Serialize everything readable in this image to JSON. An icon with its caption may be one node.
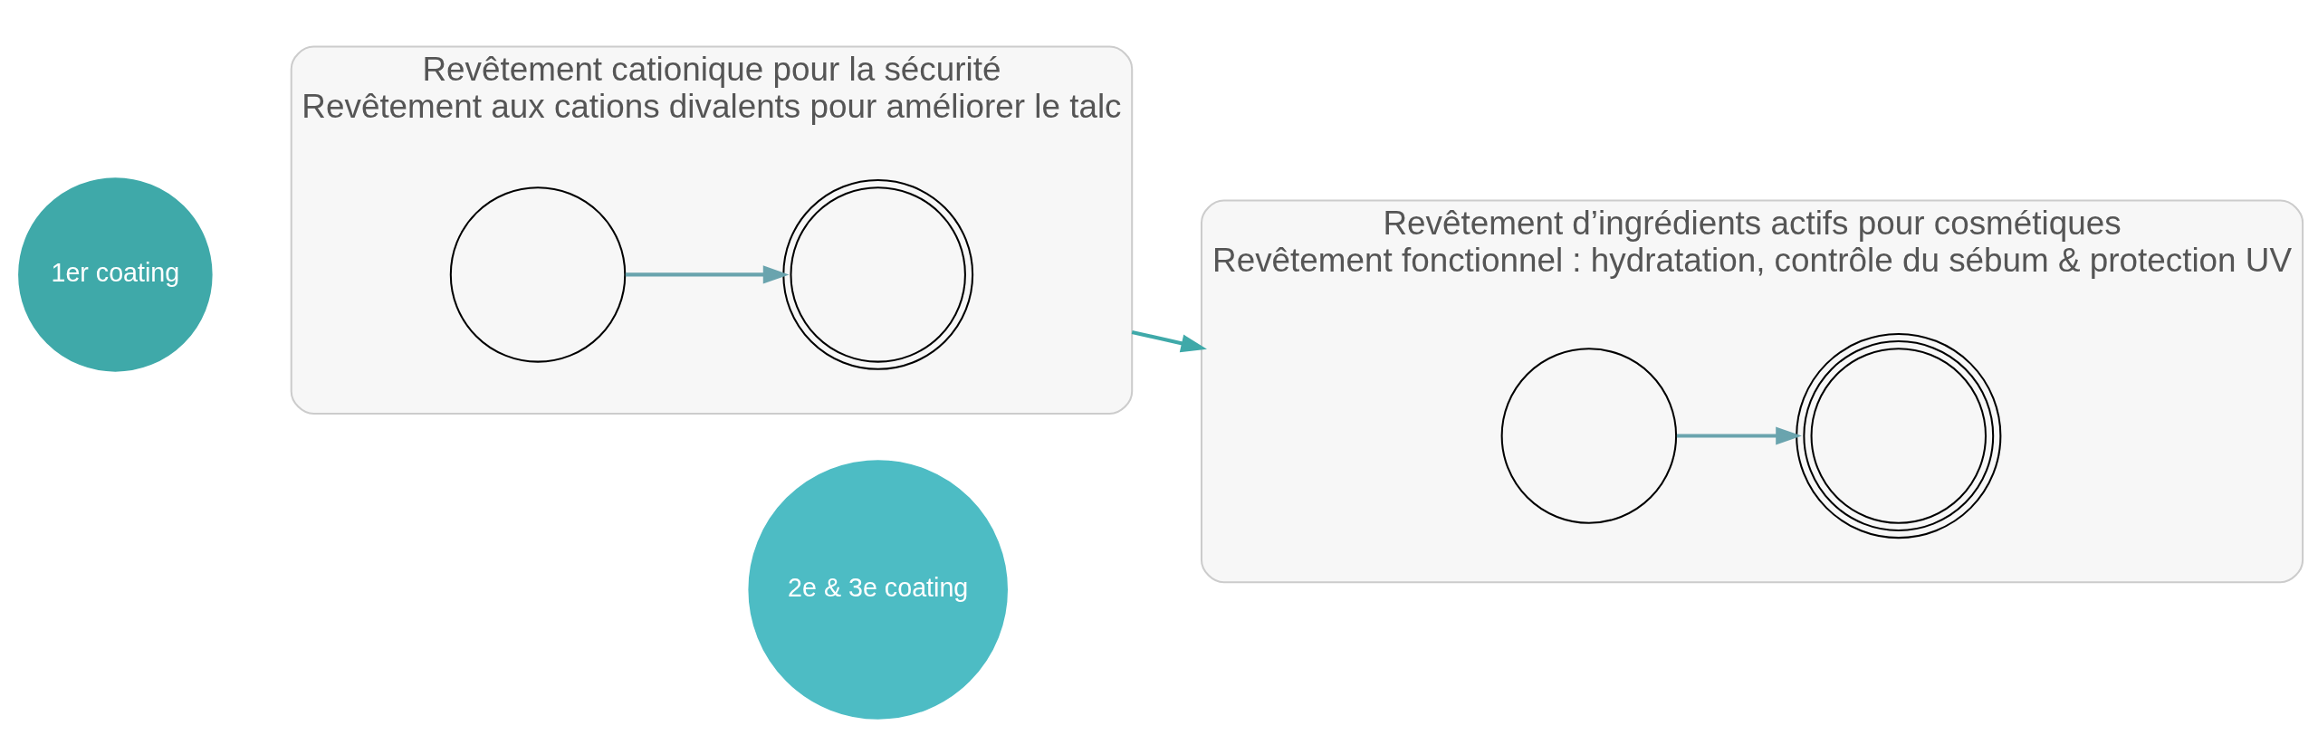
{
  "diagram": {
    "nodes": [
      {
        "text": [
          "1er coating"
        ]
      },
      {
        "text": [
          "Revêtement cationique pour la sécurité",
          "Revêtement aux cations divalents pour améliorer le talc"
        ]
      },
      {
        "text": [],
        "shape": "circle",
        "in": 1
      },
      {
        "text": [],
        "shape": "circle",
        "in": 1
      },
      {
        "text": [
          "2e & 3e coating"
        ]
      },
      {
        "text": [
          "Revêtement d’ingrédients actifs pour cosmétiques",
          "Revêtement fonctionnel : hydratation, contrôle du sébum & protection UV"
        ]
      },
      {
        "text": [],
        "shape": "circle",
        "in": 5
      },
      {
        "text": [],
        "shape": "circle",
        "in": 5
      }
    ],
    "edges": [
      {
        "from": 2,
        "to": 3,
        "arrow": "to"
      },
      {
        "from": 1,
        "to": 5,
        "arrow": "to",
        "color": "#3fa9a9"
      },
      {
        "from": 6,
        "to": 7,
        "arrow": "to"
      }
    ]
  }
}
